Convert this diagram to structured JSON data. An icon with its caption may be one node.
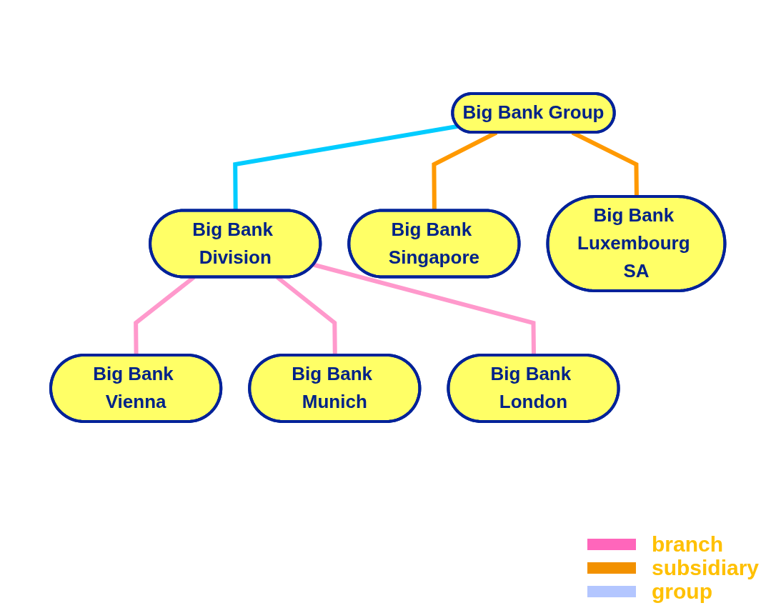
{
  "diagram": {
    "nodes": [
      {
        "text": [
          "Big Bank Group"
        ]
      },
      {
        "text": [
          "Big Bank Division"
        ]
      },
      {
        "text": [
          "Big Bank Vienna"
        ]
      },
      {
        "text": [
          "Big Bank Munich"
        ]
      },
      {
        "text": [
          "Big Bank London"
        ]
      },
      {
        "text": [
          "Big Bank Singapore"
        ]
      },
      {
        "text": [
          "Big Bank Luxembourg SA"
        ]
      }
    ],
    "edges": [
      {
        "from": 0,
        "to": 1,
        "arrow": "none",
        "color": "#00ccff"
      },
      {
        "from": 1,
        "to": 2,
        "arrow": "none",
        "color": "#ff99cc"
      },
      {
        "from": 1,
        "to": 3,
        "arrow": "none",
        "color": "#ff99cc"
      },
      {
        "from": 1,
        "to": 4,
        "arrow": "none",
        "color": "#ff99cc"
      },
      {
        "from": 0,
        "to": 5,
        "arrow": "none",
        "color": "#ff9900"
      },
      {
        "from": 0,
        "to": 6,
        "arrow": "none",
        "color": "#ff9900"
      }
    ],
    "legend": [
      {
        "text": "branch",
        "color": "#ff66bb"
      },
      {
        "text": "subsidiary",
        "color": "#f29100"
      },
      {
        "text": "group",
        "color": "#b3c6ff"
      }
    ]
  }
}
